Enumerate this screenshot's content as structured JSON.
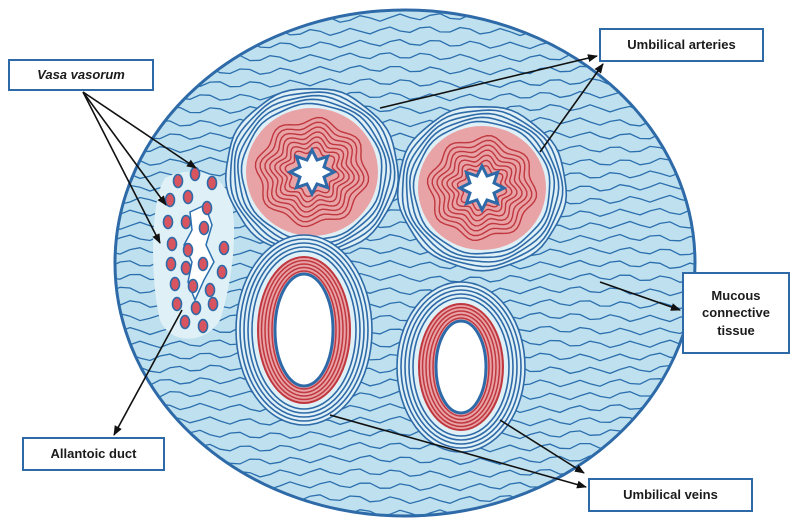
{
  "labels": {
    "vasa_vorum": "Vasa vasorum",
    "umbilical_arteries": "Umbilical arteries",
    "mucous_line1": "Mucous",
    "mucous_line2": "connective",
    "mucous_line3": "tissue",
    "allantoic_duct": "Allantoic duct",
    "umbilical_veins": "Umbilical veins"
  },
  "colors": {
    "background": "#ffffff",
    "cord_fill": "#bfe0ee",
    "fiber": "#2b6fae",
    "outline": "#2e6aa8",
    "muscle_fill": "#e8a3a6",
    "muscle_line": "#c0373f",
    "arrow": "#111111",
    "label_border": "#2e6aa8"
  }
}
